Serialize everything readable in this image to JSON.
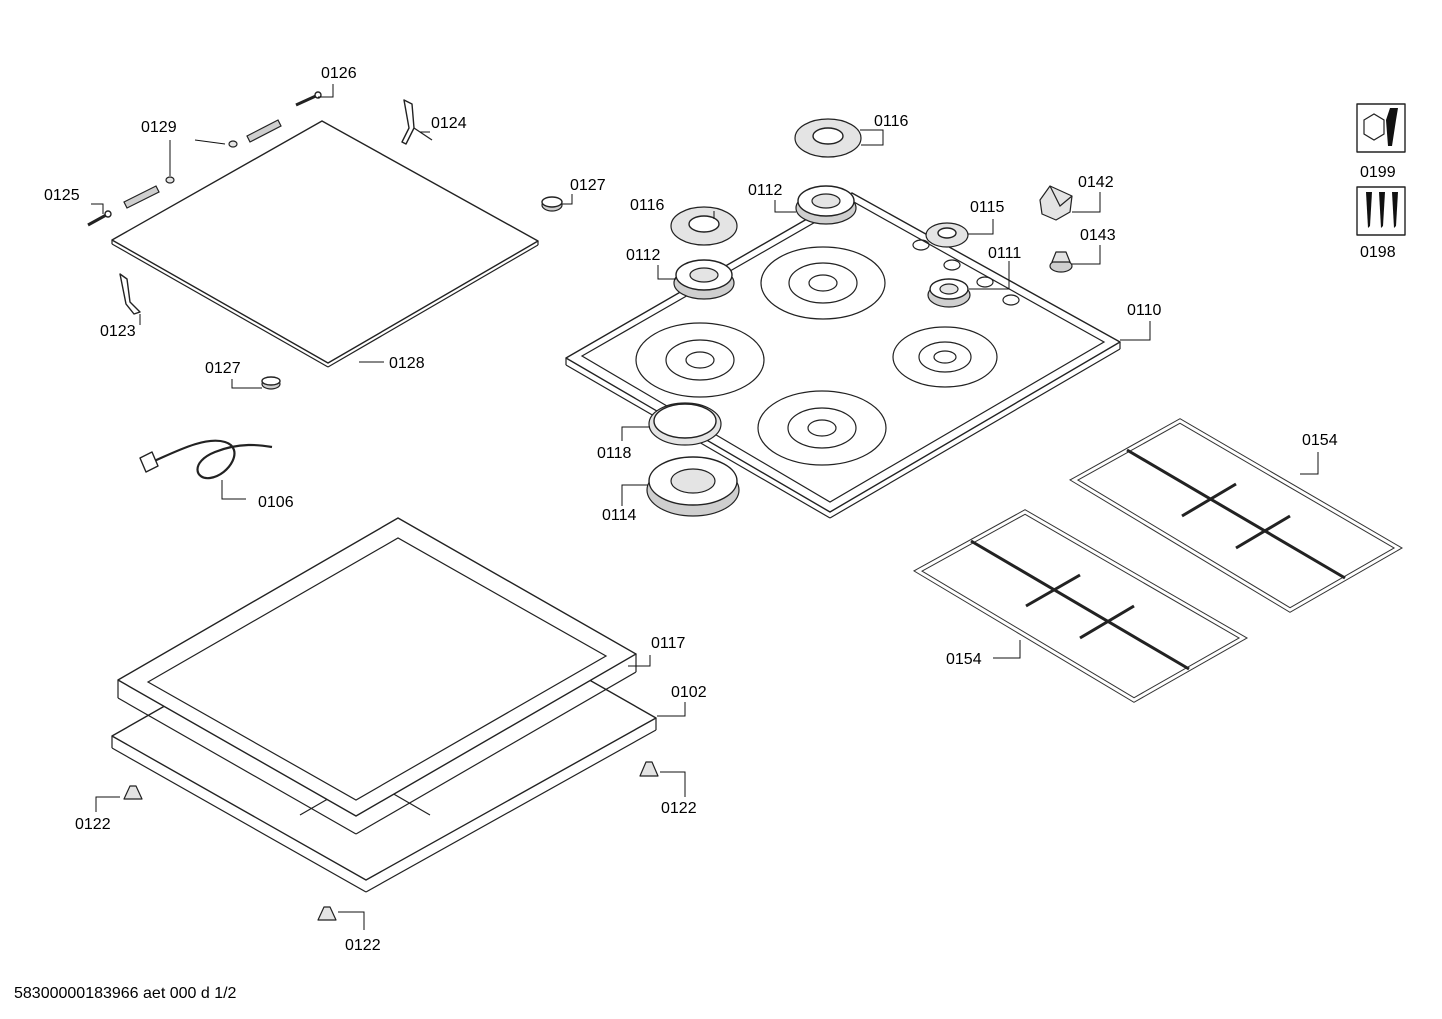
{
  "footer_code": "58300000183966 aet 000 d 1/2",
  "labels": {
    "l0126": "0126",
    "l0129": "0129",
    "l0124": "0124",
    "l0125": "0125",
    "l0123": "0123",
    "l0128": "0128",
    "l0127a": "0127",
    "l0127b": "0127",
    "l0106": "0106",
    "l0116a": "0116",
    "l0116b": "0116",
    "l0112a": "0112",
    "l0112b": "0112",
    "l0115": "0115",
    "l0142": "0142",
    "l0143": "0143",
    "l0111": "0111",
    "l0110": "0110",
    "l0118": "0118",
    "l0114": "0114",
    "l0154a": "0154",
    "l0154b": "0154",
    "l0117": "0117",
    "l0102": "0102",
    "l0122a": "0122",
    "l0122b": "0122",
    "l0122c": "0122",
    "l0199": "0199",
    "l0198": "0198"
  },
  "icons": {
    "service_tool": "wrench-nut-icon",
    "screws": "screws-icon"
  }
}
